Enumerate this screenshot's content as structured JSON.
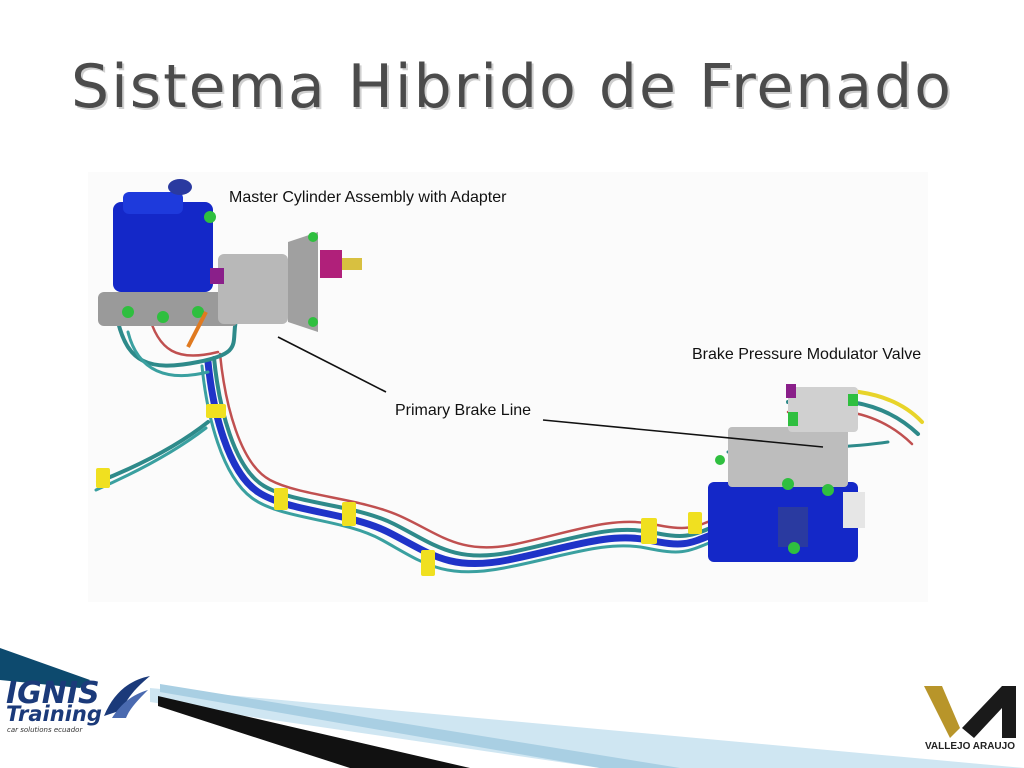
{
  "slide": {
    "title": "Sistema Hibrido de Frenado"
  },
  "diagram": {
    "labels": {
      "master_cylinder": "Master Cylinder Assembly with Adapter",
      "modulator_valve": "Brake Pressure Modulator Valve",
      "primary_line": "Primary Brake Line"
    },
    "colors": {
      "reservoir_blue": "#1428c8",
      "pipe_teal": "#2e8a8a",
      "clip_yellow": "#f0e020",
      "fitting_green": "#2fbf3f",
      "body_gray": "#b8b8b8",
      "pipe_red": "#c05050"
    }
  },
  "footer": {
    "logo_left": {
      "line1": "IGNIS",
      "line2": "Training",
      "line3": "car solutions ecuador"
    },
    "logo_right": {
      "text": "VALLEJO ARAUJO"
    }
  }
}
